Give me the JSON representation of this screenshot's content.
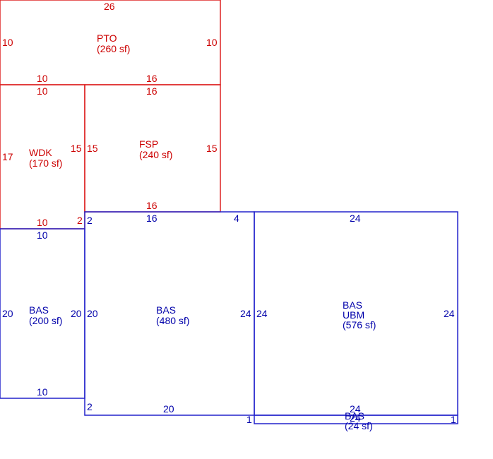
{
  "colors": {
    "red": "#cc0000",
    "blue": "#0000aa"
  },
  "areas": {
    "pto": {
      "name": "PTO",
      "size": "(260 sf)",
      "top": "26",
      "left": "10",
      "right": "10",
      "bottom_left": "10",
      "bottom_right": "16"
    },
    "wdk": {
      "name": "WDK",
      "size": "(170 sf)",
      "top": "10",
      "left": "17",
      "right": "15",
      "bottom": "10",
      "bottom_right": "2"
    },
    "fsp": {
      "name": "FSP",
      "size": "(240 sf)",
      "top": "16",
      "left": "15",
      "right": "15",
      "bottom": "16"
    },
    "bas_left": {
      "name": "BAS",
      "size": "(200 sf)",
      "top": "10",
      "left": "20",
      "right": "20",
      "bottom": "10"
    },
    "bas_main": {
      "name": "BAS",
      "size": "(480 sf)",
      "top": "16",
      "top_right": "4",
      "top_left": "2",
      "left": "20",
      "right": "24",
      "bottom": "20",
      "bottom_left": "2",
      "bottom_right": "1"
    },
    "bas_ubm": {
      "name": "BAS",
      "sub": "UBM",
      "size": "(576 sf)",
      "top": "24",
      "left": "24",
      "right": "24",
      "bottom": "24"
    },
    "bas_strip": {
      "name": "BAS",
      "size": "(24 sf)",
      "top": "24",
      "right": "1"
    }
  }
}
